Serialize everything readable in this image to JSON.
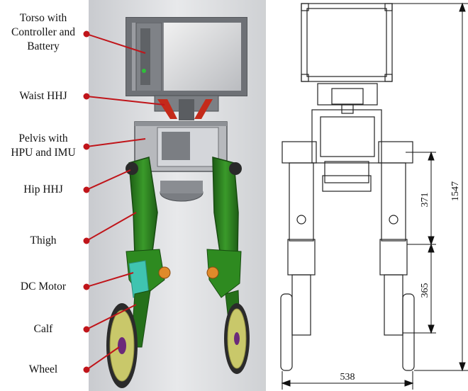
{
  "labels": {
    "torso": [
      "Torso with",
      "Controller and",
      "Battery"
    ],
    "waist": "Waist HHJ",
    "pelvis": [
      "Pelvis with",
      "HPU and IMU"
    ],
    "hip": "Hip HHJ",
    "thigh": "Thigh",
    "motor": "DC Motor",
    "calf": "Calf",
    "wheel": "Wheel"
  },
  "dimensions": {
    "total_height": "1547",
    "thigh_length": "371",
    "calf_length": "365",
    "width": "538"
  },
  "colors": {
    "leg_green": "#2f7d22",
    "leg_dark": "#1f5a17",
    "motor_cyan": "#3fc4b0",
    "motor_orange": "#e08a2a",
    "wheel_rim": "#c9c86a",
    "leader_red": "#c0151a",
    "render_bg": "#dcdde0",
    "frame_gray": "#8a8d92"
  }
}
